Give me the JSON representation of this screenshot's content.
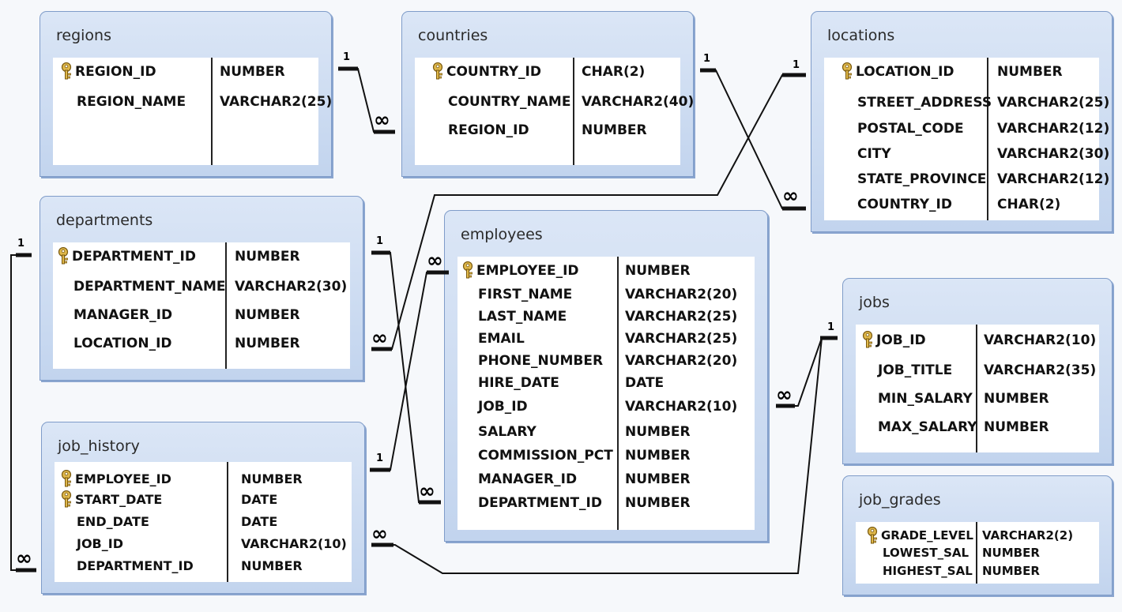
{
  "tables": {
    "regions": {
      "title": "regions",
      "columns": [
        {
          "name": "REGION_ID",
          "type": "NUMBER",
          "key": true
        },
        {
          "name": "REGION_NAME",
          "type": "VARCHAR2(25)",
          "key": false
        }
      ]
    },
    "countries": {
      "title": "countries",
      "columns": [
        {
          "name": "COUNTRY_ID",
          "type": "CHAR(2)",
          "key": true
        },
        {
          "name": "COUNTRY_NAME",
          "type": "VARCHAR2(40)",
          "key": false
        },
        {
          "name": "REGION_ID",
          "type": "NUMBER",
          "key": false
        }
      ]
    },
    "locations": {
      "title": "locations",
      "columns": [
        {
          "name": "LOCATION_ID",
          "type": "NUMBER",
          "key": true
        },
        {
          "name": "STREET_ADDRESS",
          "type": "VARCHAR2(25)",
          "key": false
        },
        {
          "name": "POSTAL_CODE",
          "type": "VARCHAR2(12)",
          "key": false
        },
        {
          "name": "CITY",
          "type": "VARCHAR2(30)",
          "key": false
        },
        {
          "name": "STATE_PROVINCE",
          "type": "VARCHAR2(12)",
          "key": false
        },
        {
          "name": "COUNTRY_ID",
          "type": "CHAR(2)",
          "key": false
        }
      ]
    },
    "departments": {
      "title": "departments",
      "columns": [
        {
          "name": "DEPARTMENT_ID",
          "type": "NUMBER",
          "key": true
        },
        {
          "name": "DEPARTMENT_NAME",
          "type": "VARCHAR2(30)",
          "key": false
        },
        {
          "name": "MANAGER_ID",
          "type": "NUMBER",
          "key": false
        },
        {
          "name": "LOCATION_ID",
          "type": "NUMBER",
          "key": false
        }
      ]
    },
    "employees": {
      "title": "employees",
      "columns": [
        {
          "name": "EMPLOYEE_ID",
          "type": "NUMBER",
          "key": true
        },
        {
          "name": "FIRST_NAME",
          "type": "VARCHAR2(20)",
          "key": false
        },
        {
          "name": "LAST_NAME",
          "type": "VARCHAR2(25)",
          "key": false
        },
        {
          "name": "EMAIL",
          "type": "VARCHAR2(25)",
          "key": false
        },
        {
          "name": "PHONE_NUMBER",
          "type": "VARCHAR2(20)",
          "key": false
        },
        {
          "name": "HIRE_DATE",
          "type": "DATE",
          "key": false
        },
        {
          "name": "JOB_ID",
          "type": "VARCHAR2(10)",
          "key": false
        },
        {
          "name": "SALARY",
          "type": "NUMBER",
          "key": false
        },
        {
          "name": "COMMISSION_PCT",
          "type": "NUMBER",
          "key": false
        },
        {
          "name": "MANAGER_ID",
          "type": "NUMBER",
          "key": false
        },
        {
          "name": "DEPARTMENT_ID",
          "type": "NUMBER",
          "key": false
        }
      ]
    },
    "jobs": {
      "title": "jobs",
      "columns": [
        {
          "name": "JOB_ID",
          "type": "VARCHAR2(10)",
          "key": true
        },
        {
          "name": "JOB_TITLE",
          "type": "VARCHAR2(35)",
          "key": false
        },
        {
          "name": "MIN_SALARY",
          "type": "NUMBER",
          "key": false
        },
        {
          "name": "MAX_SALARY",
          "type": "NUMBER",
          "key": false
        }
      ]
    },
    "job_history": {
      "title": "job_history",
      "columns": [
        {
          "name": "EMPLOYEE_ID",
          "type": "NUMBER",
          "key": true
        },
        {
          "name": "START_DATE",
          "type": "DATE",
          "key": true
        },
        {
          "name": "END_DATE",
          "type": "DATE",
          "key": false
        },
        {
          "name": "JOB_ID",
          "type": "VARCHAR2(10)",
          "key": false
        },
        {
          "name": "DEPARTMENT_ID",
          "type": "NUMBER",
          "key": false
        }
      ]
    },
    "job_grades": {
      "title": "job_grades",
      "columns": [
        {
          "name": "GRADE_LEVEL",
          "type": "VARCHAR2(2)",
          "key": true
        },
        {
          "name": "LOWEST_SAL",
          "type": "NUMBER",
          "key": false
        },
        {
          "name": "HIGHEST_SAL",
          "type": "NUMBER",
          "key": false
        }
      ]
    }
  },
  "relationships": [
    {
      "from": "regions",
      "to": "countries",
      "one_label": "1",
      "many_label": "∞"
    },
    {
      "from": "countries",
      "to": "locations",
      "one_label": "1",
      "many_label": "∞"
    },
    {
      "from": "locations",
      "to": "departments",
      "one_label": "1",
      "many_label": "∞"
    },
    {
      "from": "departments",
      "to": "employees",
      "one_label": "1",
      "many_label": "∞"
    },
    {
      "from": "departments",
      "to": "job_history",
      "one_label": "1",
      "many_label": "∞"
    },
    {
      "from": "employees",
      "to": "employees",
      "one_label": "1",
      "many_label": "∞"
    },
    {
      "from": "jobs",
      "to": "employees",
      "one_label": "1",
      "many_label": "∞"
    },
    {
      "from": "jobs",
      "to": "job_history",
      "one_label": "1",
      "many_label": "∞"
    }
  ],
  "colors": {
    "table_header": "#dbe6f6",
    "table_border": "#7f9cc9",
    "grid_bg": "#ffffff",
    "line": "#111111",
    "key_icon": "#c9a227"
  }
}
